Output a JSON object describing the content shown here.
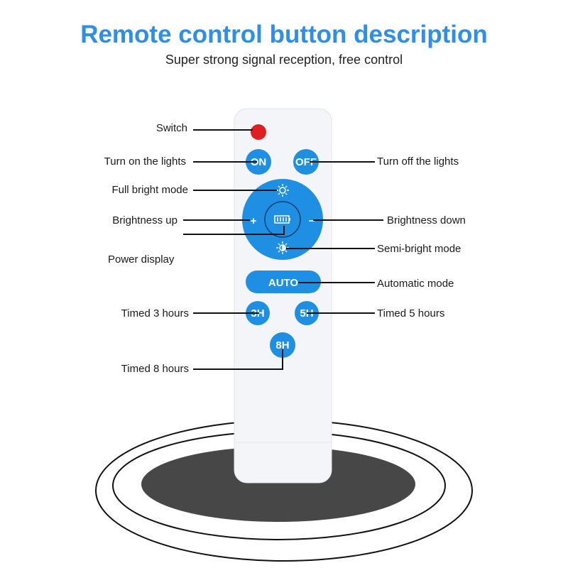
{
  "title": "Remote control button description",
  "subtitle": "Super strong signal reception, free control",
  "colors": {
    "accent": "#2f8ee8",
    "button": "#1e8fe3",
    "switch": "#e02020",
    "base": "#474747"
  },
  "buttons": {
    "on": "ON",
    "off": "OFF",
    "plus": "+",
    "minus": "−",
    "auto": "AUTO",
    "h3": "3H",
    "h5": "5H",
    "h8": "8H"
  },
  "labels": {
    "switch": "Switch",
    "on": "Turn on the lights",
    "off": "Turn off the lights",
    "full_bright": "Full bright mode",
    "bright_up": "Brightness up",
    "bright_down": "Brightness down",
    "power_display": "Power display",
    "semi_bright": "Semi-bright mode",
    "auto": "Automatic mode",
    "timed3": "Timed 3 hours",
    "timed5": "Timed 5 hours",
    "timed8": "Timed 8 hours"
  }
}
